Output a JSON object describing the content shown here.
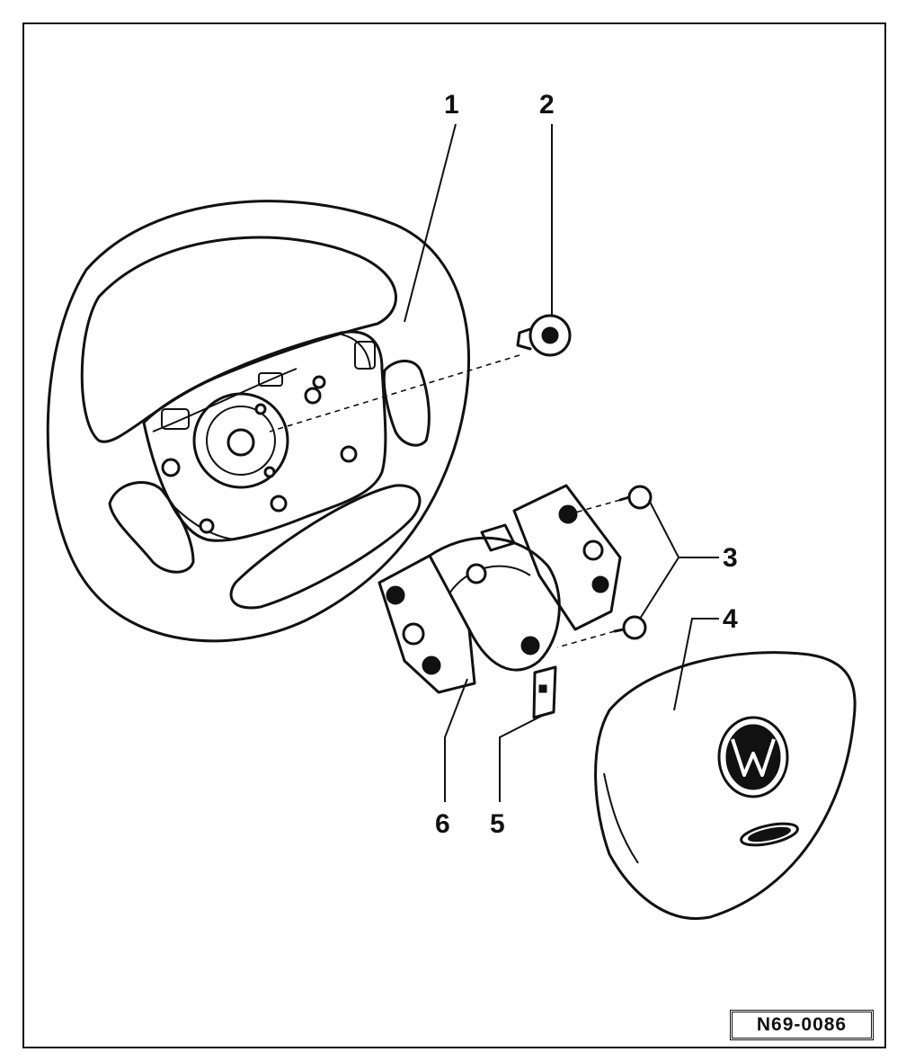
{
  "callouts": {
    "c1": "1",
    "c2": "2",
    "c3": "3",
    "c4": "4",
    "c5": "5",
    "c6": "6"
  },
  "figure_id": "N69-0086",
  "colors": {
    "line": "#111111",
    "background": "#ffffff"
  }
}
